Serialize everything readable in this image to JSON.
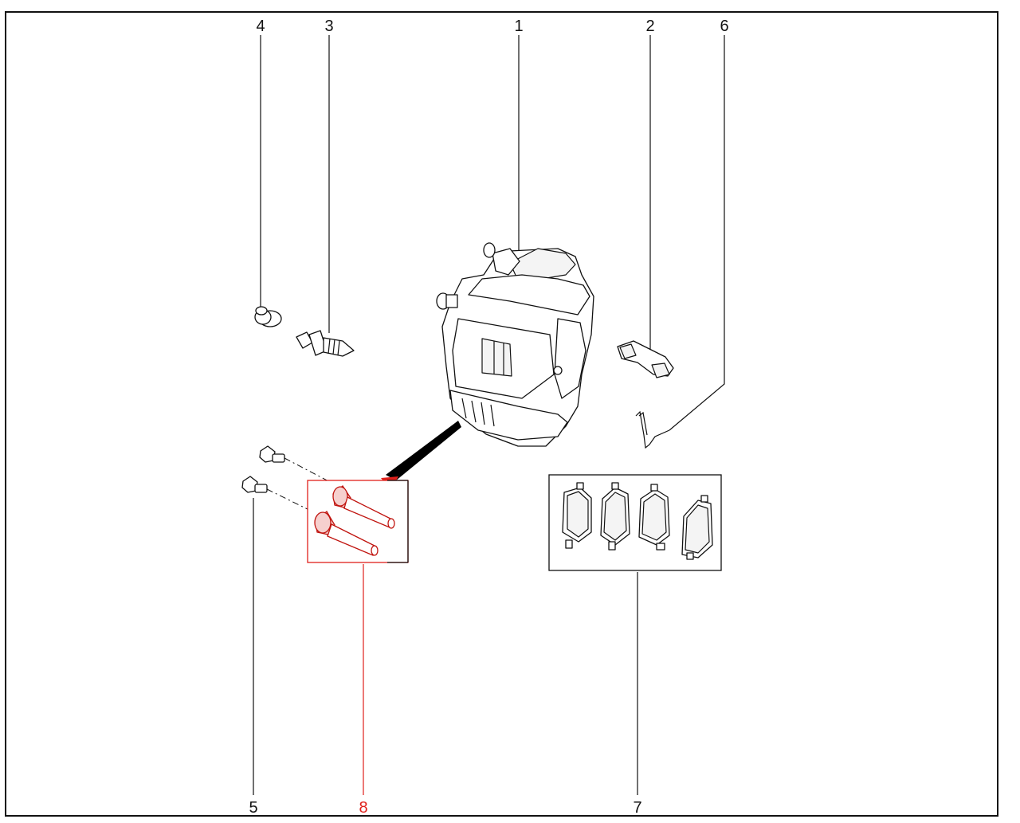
{
  "diagram": {
    "callouts": [
      {
        "id": "c1",
        "label": "1"
      },
      {
        "id": "c2",
        "label": "2"
      },
      {
        "id": "c3",
        "label": "3"
      },
      {
        "id": "c4",
        "label": "4"
      },
      {
        "id": "c5",
        "label": "5"
      },
      {
        "id": "c6",
        "label": "6"
      },
      {
        "id": "c7",
        "label": "7"
      },
      {
        "id": "c8",
        "label": "8"
      }
    ],
    "highlight_color": "#e0201b",
    "highlighted_callout": "8"
  }
}
